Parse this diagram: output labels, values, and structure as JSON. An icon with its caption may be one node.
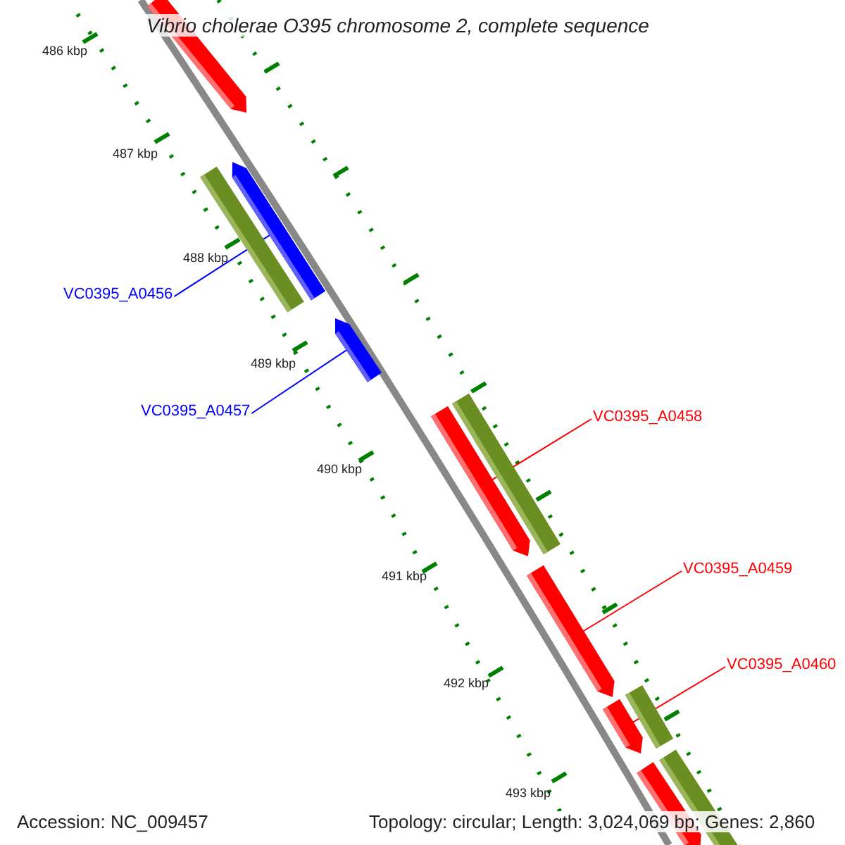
{
  "diagram": {
    "title": "Vibrio cholerae O395 chromosome 2, complete sequence",
    "nodes": [
      {
        "text": [
          "VC0395_A0456"
        ]
      },
      {
        "text": [
          "VC0395_A0457"
        ]
      },
      {
        "text": [
          "VC0395_A0458"
        ]
      },
      {
        "text": [
          "VC0395_A0459"
        ]
      },
      {
        "text": [
          "VC0395_A0460"
        ]
      },
      {
        "text": [],
        "shape": "bar"
      },
      {
        "text": [],
        "shape": "bar"
      },
      {
        "text": [],
        "shape": "bar"
      },
      {
        "text": [],
        "shape": "bar"
      },
      {
        "text": [],
        "shape": "bar"
      },
      {
        "text": [],
        "shape": "bar"
      },
      {
        "text": [],
        "shape": "bar"
      },
      {
        "text": [],
        "shape": "bar"
      },
      {
        "text": [],
        "shape": "bar"
      },
      {
        "text": [],
        "shape": "bar"
      },
      {
        "text": [],
        "shape": "bar"
      }
    ],
    "edges": [
      {
        "from": 0,
        "to": 6,
        "arrow": "none",
        "color": "#0000ff"
      },
      {
        "from": 1,
        "to": 8,
        "arrow": "none",
        "color": "#0000ff"
      },
      {
        "from": 2,
        "to": 10,
        "arrow": "none"
      },
      {
        "from": 3,
        "to": 11,
        "arrow": "none"
      },
      {
        "from": 4,
        "to": 13,
        "arrow": "none"
      }
    ],
    "labels": [
      "486 kbp",
      "487 kbp",
      "488 kbp",
      "489 kbp",
      "490 kbp",
      "491 kbp",
      "492 kbp",
      "493 kbp",
      "Accession: NC_009457",
      "Topology: circular; Length: 3,024,069 bp; Genes: 2,860"
    ]
  }
}
